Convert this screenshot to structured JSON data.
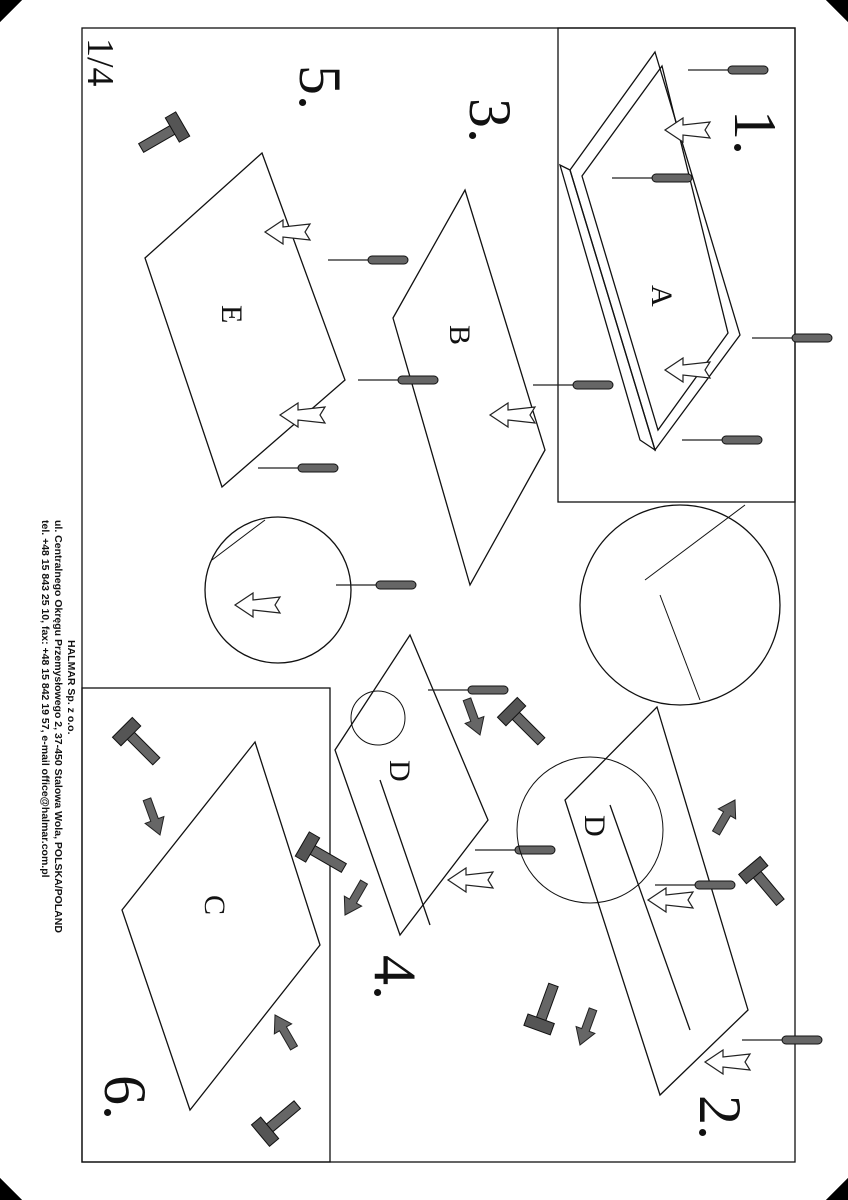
{
  "page": {
    "number": "1/4"
  },
  "steps": [
    "1.",
    "2.",
    "3.",
    "4.",
    "5.",
    "6."
  ],
  "parts": {
    "a": "A",
    "b": "B",
    "c": "C",
    "d1": "D",
    "d2": "D",
    "e": "E"
  },
  "company": {
    "name": "HALMAR Sp. z o.o.",
    "address": "ul. Centralnego Okręgu Przemysłowego 2, 37-450 Stalowa Wola, POLSKA/POLAND",
    "contact": "tel. +48 15 843 25 10, fax: +48 15 842 19 57, e-mail office@halmar.com.pl"
  },
  "icons": [
    "screwdriver-icon",
    "hammer-icon",
    "arrow-icon",
    "dowel-icon",
    "magnifier-circle"
  ]
}
